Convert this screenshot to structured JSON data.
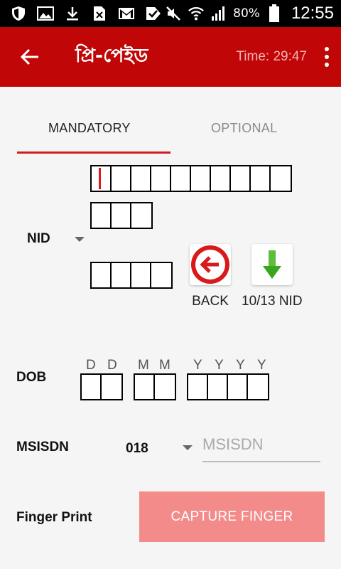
{
  "status_bar": {
    "icons": [
      "shield-icon",
      "image-icon",
      "download-icon",
      "sim-card-icon",
      "gmail-icon",
      "check-flag-icon",
      "mute-icon",
      "wifi-icon",
      "signal-icon",
      "battery-icon"
    ],
    "battery_percent": "80%",
    "time": "12:55"
  },
  "app_bar": {
    "title": "প্রি-পেইড",
    "timer": "Time: 29:47"
  },
  "tabs": [
    {
      "label": "MANDATORY",
      "selected": true
    },
    {
      "label": "OPTIONAL",
      "selected": false
    }
  ],
  "form": {
    "nid": {
      "label": "NID",
      "back_label": "BACK",
      "toggle_label": "10/13 NID"
    },
    "dob": {
      "label": "DOB",
      "day_letters": [
        "D",
        "D"
      ],
      "month_letters": [
        "M",
        "M"
      ],
      "year_letters": [
        "Y",
        "Y",
        "Y",
        "Y"
      ]
    },
    "msisdn": {
      "label": "MSISDN",
      "prefix": "018",
      "placeholder": "MSISDN"
    },
    "finger": {
      "label": "Finger Print",
      "button_label": "CAPTURE FINGER"
    }
  },
  "colors": {
    "primary": "#c00606",
    "tab_indicator": "#d11c1c",
    "capture_button": "#f48b8b"
  }
}
